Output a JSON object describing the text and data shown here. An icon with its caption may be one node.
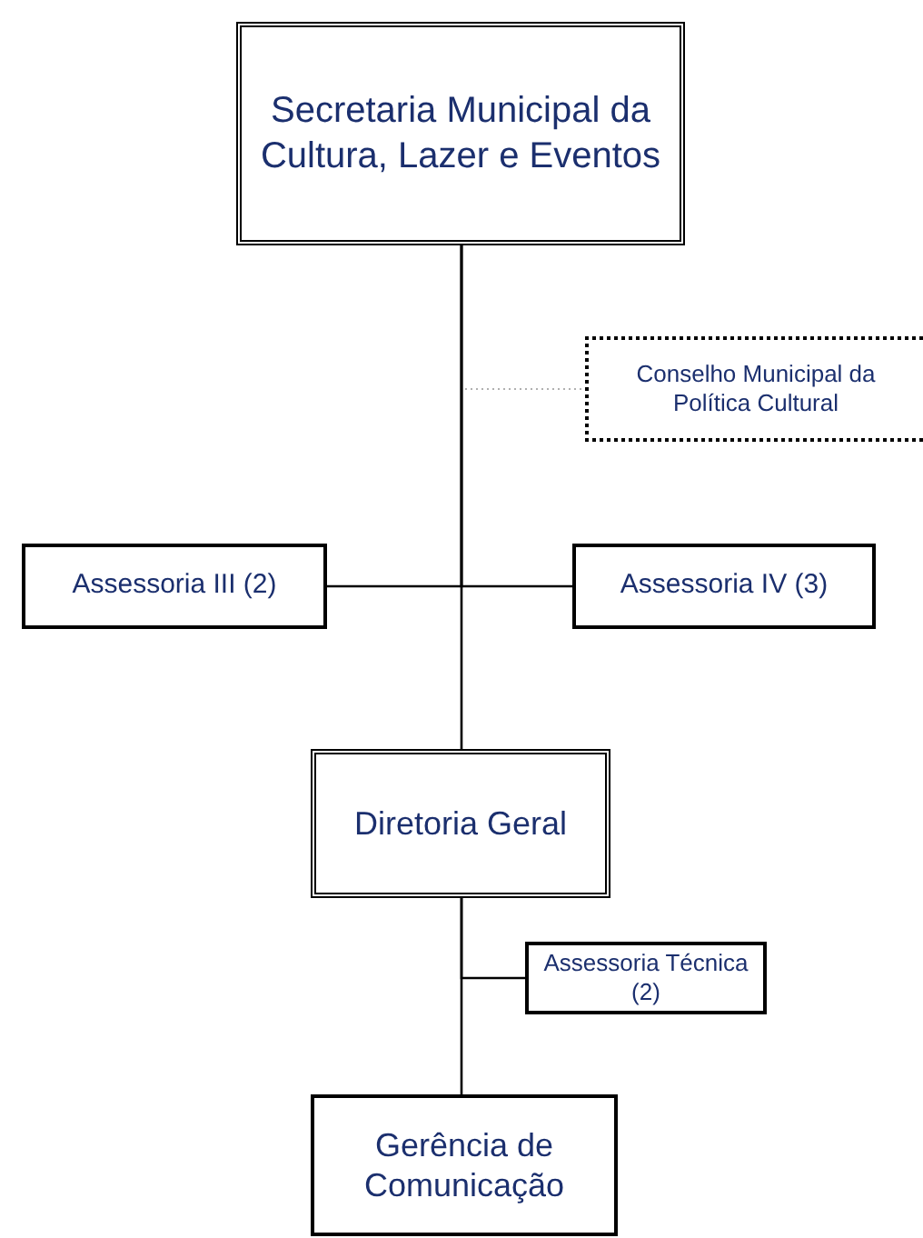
{
  "diagram": {
    "nodes": [
      {
        "text": [
          "Secretaria Municipal da Cultura, Lazer e Eventos"
        ]
      },
      {
        "text": [
          "Conselho Municipal da Política Cultural"
        ]
      },
      {
        "text": [
          "Assessoria III (2)"
        ]
      },
      {
        "text": [
          "Assessoria IV (3)"
        ]
      },
      {
        "text": [
          "Diretoria Geral"
        ]
      },
      {
        "text": [
          "Assessoria Técnica (2)"
        ]
      },
      {
        "text": [
          "Gerência de Comunicação"
        ]
      }
    ],
    "edges": [
      {
        "from": 0,
        "to": 1,
        "arrow": "none",
        "style": "dashed",
        "color": "#b0b0b0"
      },
      {
        "from": 0,
        "to": 4,
        "arrow": "none"
      },
      {
        "from": 0,
        "to": 2,
        "arrow": "none"
      },
      {
        "from": 0,
        "to": 3,
        "arrow": "none"
      },
      {
        "from": 4,
        "to": 5,
        "arrow": "none"
      },
      {
        "from": 4,
        "to": 6,
        "arrow": "none"
      }
    ]
  }
}
